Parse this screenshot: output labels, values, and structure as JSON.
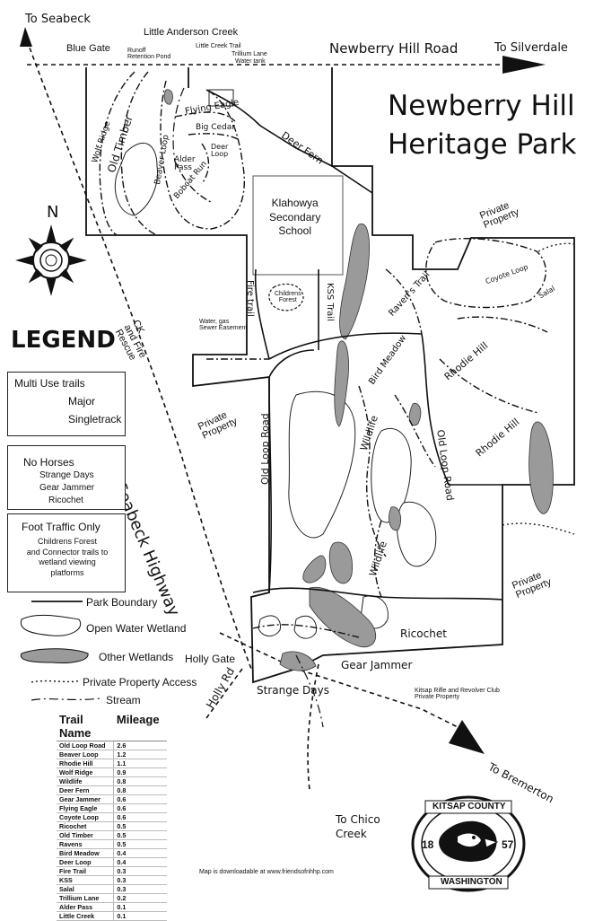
{
  "map": {
    "title_line1": "Newberry   Hill",
    "title_line2": "Heritage   Park",
    "roads": {
      "to_seabeck": "To Seabeck",
      "newberry_hill_road": "Newberry Hill Road",
      "to_silverdale": "To Silverdale",
      "seabeck_highway": "Seabeck Highway",
      "holly_rd": "Holly Rd",
      "to_bremerton": "To Bremerton",
      "to_chico_creek": "To Chico\nCreek"
    },
    "places": {
      "blue_gate": "Blue Gate",
      "little_anderson_creek": "Little Anderson Creek",
      "runoff_pond": "Runoff\nRetention Pond",
      "little_creek_trail": "Little Creek Trail",
      "trillium_lane": "Trillium Lane",
      "water_tank": "Water tank",
      "school": "Klahowya\nSecondary\nSchool",
      "childrens_forest": "Childrens\nForest",
      "water_gas_easement": "Water, gas\nSewer Easement",
      "ck_and_fire_rescue": "CK\nand Fire\nRescue",
      "private_property": "Private\nProperty",
      "holly_gate": "Holly Gate",
      "rifle_club": "Kitsap Rifle and Revolver Club\nPrivate Property",
      "download_note": "Map is downloadable at    www.friendsofnhhp.com"
    },
    "trails": {
      "old_timber": "Old Timber",
      "wolf_ridge": "Wolf Ridge",
      "beaver_loop": "Beaver Loop",
      "flying_eagle": "Flying Eagle",
      "big_cedar": "Big Cedar",
      "alder_pass": "Alder\nPass",
      "deer_loop": "Deer\nLoop",
      "bobcat_run": "Bobcat Run",
      "deer_fern": "Deer Fern",
      "fire_trail": "Fire trail",
      "kss_trail": "KSS Trail",
      "ravens_trail": "Raven's Trail",
      "coyote_loop": "Coyote Loop",
      "salal": "Salal",
      "bird_meadow": "Bird Meadow",
      "rhodie_hill": "Rhodie Hill",
      "old_loop_road": "Old Loop Road",
      "wildlife": "Wildlife",
      "ricochet": "Ricochet",
      "gear_jammer": "Gear Jammer",
      "strange_days": "Strange Days"
    },
    "compass_north": "N"
  },
  "legend": {
    "title": "LEGEND",
    "multi_use": "Multi Use trails",
    "major": "Major",
    "singletrack": "Singletrack",
    "no_horses_title": "No Horses",
    "no_horses_items": [
      "Strange Days",
      "Gear Jammer",
      "Ricochet"
    ],
    "foot_traffic_title": "Foot Traffic Only",
    "foot_traffic_desc": "Childrens Forest\nand Connector trails to\nwetland viewing\nplatforms",
    "park_boundary": "Park Boundary",
    "open_water_wetland": "Open Water Wetland",
    "other_wetlands": "Other Wetlands",
    "private_property_access": "Private Property Access",
    "stream": "Stream"
  },
  "mileage_table": {
    "header_trail": "Trail\nName",
    "header_mileage": "Mileage",
    "rows": [
      [
        "Old Loop Road",
        "2.6"
      ],
      [
        "Beaver Loop",
        "1.2"
      ],
      [
        "Rhodie Hill",
        "1.1"
      ],
      [
        "Wolf Ridge",
        "0.9"
      ],
      [
        "Wildlife",
        "0.8"
      ],
      [
        "Deer Fern",
        "0.8"
      ],
      [
        "Gear Jammer",
        "0.6"
      ],
      [
        "Flying Eagle",
        "0.6"
      ],
      [
        "Coyote Loop",
        "0.6"
      ],
      [
        "Ricochet",
        "0.5"
      ],
      [
        "Old Timber",
        "0.5"
      ],
      [
        "Ravens",
        "0.5"
      ],
      [
        "Bird Meadow",
        "0.4"
      ],
      [
        "Deer Loop",
        "0.4"
      ],
      [
        "Fire Trail",
        "0.3"
      ],
      [
        "KSS",
        "0.3"
      ],
      [
        "Salal",
        "0.3"
      ],
      [
        "Trillium Lane",
        "0.2"
      ],
      [
        "Alder Pass",
        "0.1"
      ],
      [
        "Little Creek",
        "0.1"
      ]
    ]
  },
  "seal": {
    "top": "KITSAP COUNTY",
    "bottom": "WASHINGTON",
    "left_num": "18",
    "right_num": "57",
    "icon": "eagle-icon"
  },
  "colors": {
    "wetland_gray": "#9a9a9a",
    "line": "#111111"
  }
}
